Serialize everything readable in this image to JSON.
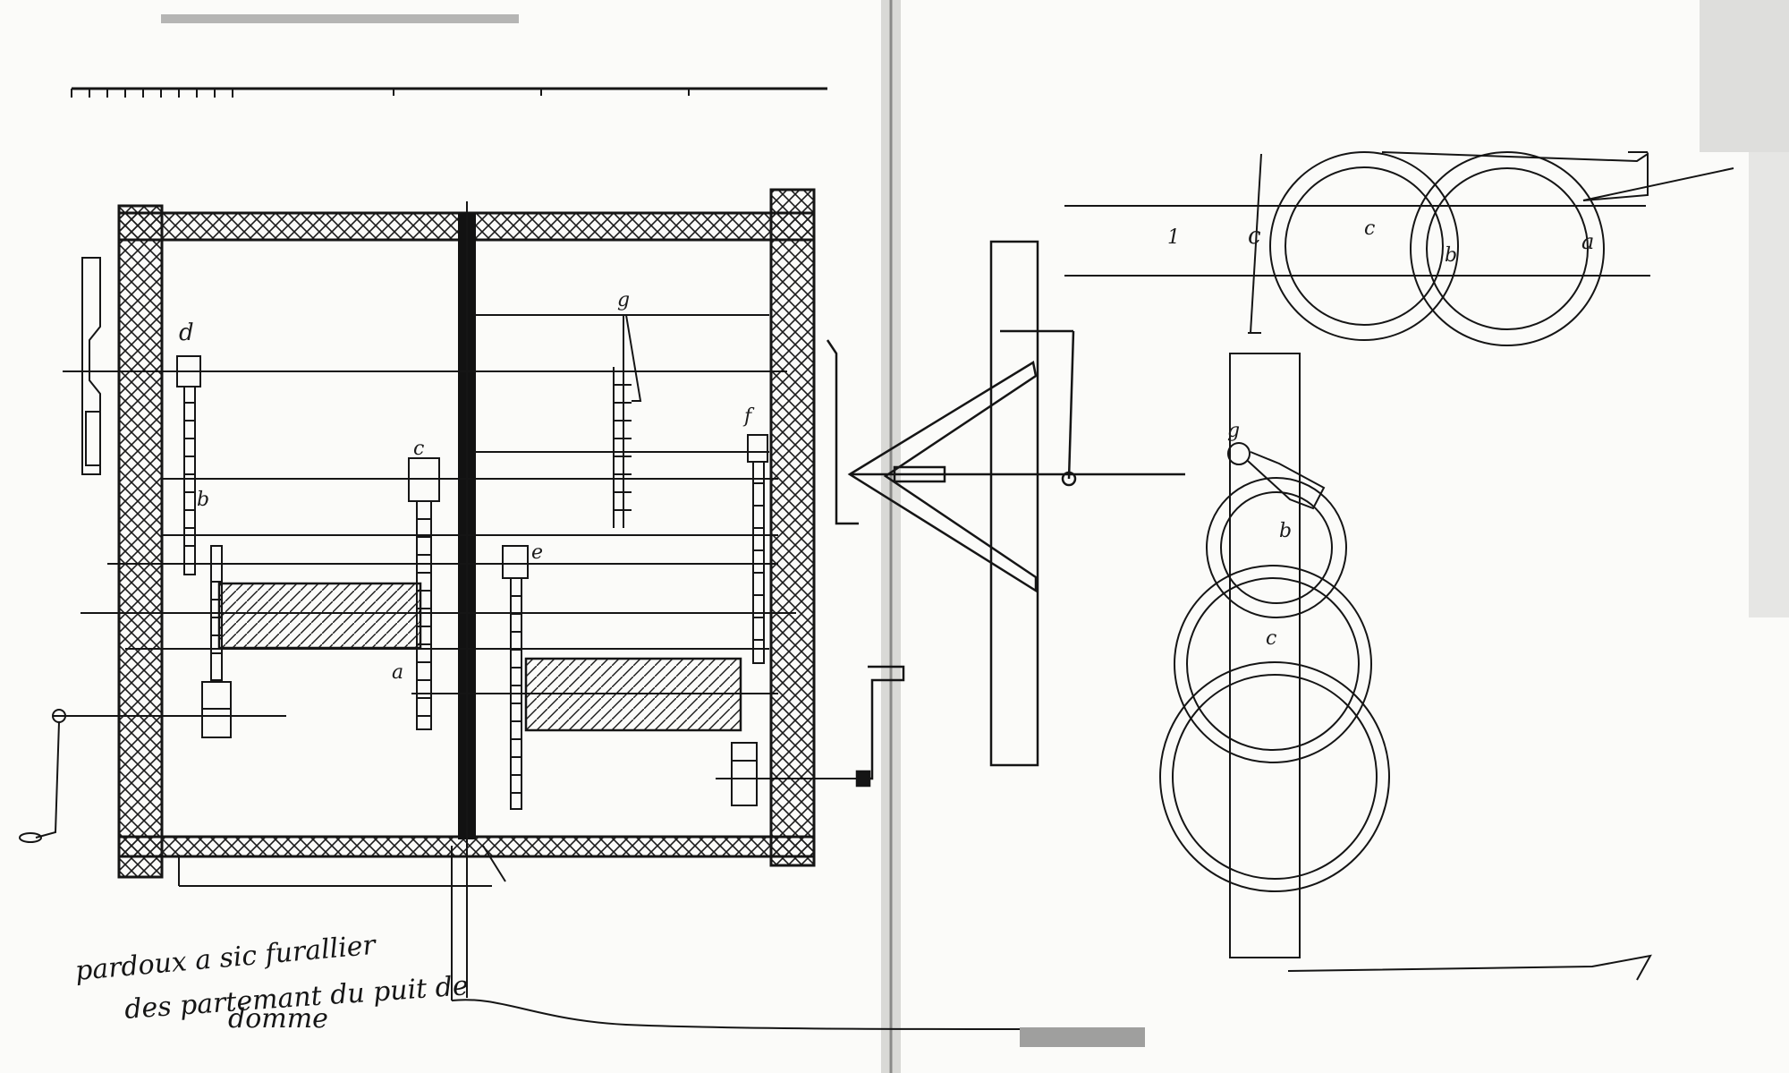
{
  "sheet": {
    "paper_color": "#fbfbf9",
    "ink_color": "#151515",
    "caption": {
      "line1": "pardoux a sic furallier",
      "line2": "des partemant du puit de",
      "line3": "domme"
    },
    "left_figure": {
      "labels": {
        "d": "d",
        "b": "b",
        "c": "c",
        "a": "a",
        "e": "e",
        "g": "g",
        "f": "f"
      }
    },
    "right_top_figure": {
      "labels": {
        "c_left": "c",
        "c_mid": "c",
        "b": "b",
        "a": "a",
        "one": "1"
      }
    },
    "right_bottom_figure": {
      "labels": {
        "g": "g",
        "b": "b",
        "c": "c"
      }
    }
  }
}
